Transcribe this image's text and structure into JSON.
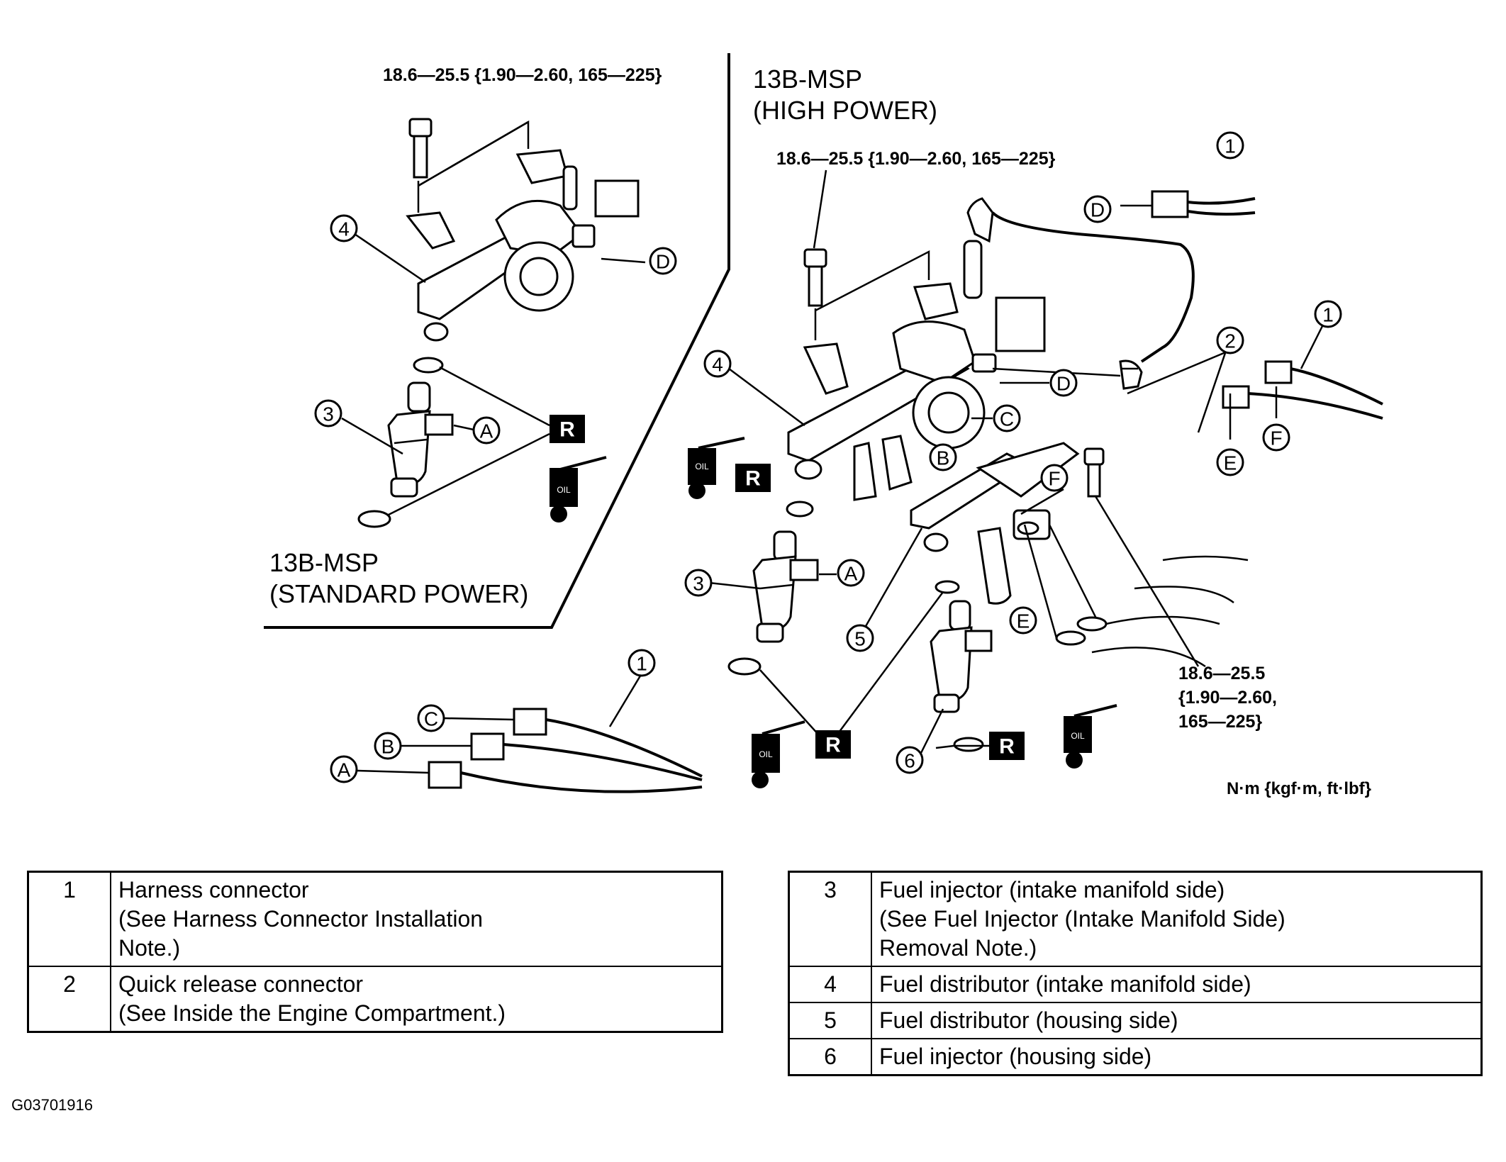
{
  "diagram": {
    "torque_top_left": "18.6—25.5 {1.90—2.60, 165—225}",
    "torque_top_right": "18.6—25.5 {1.90—2.60, 165—225}",
    "torque_lower_right": [
      "18.6—25.5",
      "{1.90—2.60,",
      "165—225}"
    ],
    "title_high": [
      "13B-MSP",
      "(HIGH POWER)"
    ],
    "title_standard": [
      "13B-MSP",
      "(STANDARD POWER)"
    ],
    "unit_note": "N·m {kgf·m, ft·lbf}",
    "callouts": {
      "n1": "1",
      "n2": "2",
      "n3": "3",
      "n4": "4",
      "n5": "5",
      "n6": "6",
      "A": "A",
      "B": "B",
      "C": "C",
      "D": "D",
      "E": "E",
      "F": "F"
    },
    "replace_symbol": "R",
    "oil_symbol": "OIL"
  },
  "legend_left": [
    {
      "number": "1",
      "lines": [
        "Harness connector",
        "(See Harness Connector Installation",
        "Note.)"
      ]
    },
    {
      "number": "2",
      "lines": [
        "Quick release connector",
        "(See  Inside the Engine Compartment.)"
      ]
    }
  ],
  "legend_right": [
    {
      "number": "3",
      "lines": [
        "Fuel injector (intake manifold side)",
        "(See  Fuel Injector (Intake Manifold Side)",
        "Removal Note.)"
      ]
    },
    {
      "number": "4",
      "lines": [
        "Fuel distributor (intake manifold side)"
      ]
    },
    {
      "number": "5",
      "lines": [
        "Fuel distributor (housing side)"
      ]
    },
    {
      "number": "6",
      "lines": [
        "Fuel injector (housing side)"
      ]
    }
  ],
  "figure_code": "G03701916"
}
